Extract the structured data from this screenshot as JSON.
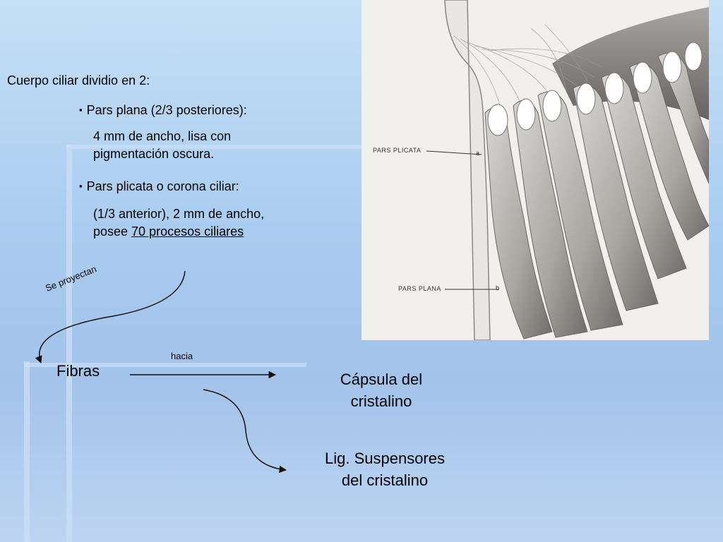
{
  "text": {
    "heading": "Cuerpo ciliar dividio en 2:",
    "item1": "Pars plana (2/3 posteriores):",
    "item1_desc_line1": "4 mm de ancho, lisa con",
    "item1_desc_line2": "pigmentación oscura.",
    "item2": "Pars plicata o corona ciliar:",
    "item2_desc_line1": "(1/3 anterior), 2 mm de ancho,",
    "item2_desc_prefix": "posee ",
    "item2_desc_underlined": "70 procesos ciliares"
  },
  "flow": {
    "se_proyectan": "Se proyectan",
    "fibras": "Fibras",
    "hacia": "hacia",
    "capsula_line1": "Cápsula del",
    "capsula_line2": "cristalino",
    "lig_line1": "Lig. Suspensores",
    "lig_line2": "del cristalino"
  },
  "illustration": {
    "label_plicata": "PARS PLICATA",
    "label_plana": "PARS PLANA",
    "marker_a": "a",
    "marker_b": "b"
  },
  "colors": {
    "background_top": "#c6e0f6",
    "background_bottom": "#a3c3ea",
    "text": "#000000",
    "arrows": "#111111"
  }
}
